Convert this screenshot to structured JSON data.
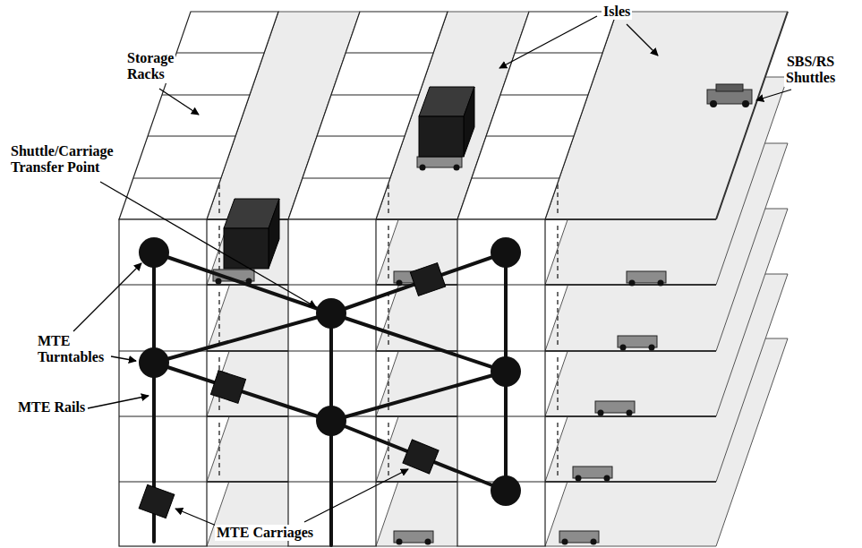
{
  "diagram": {
    "labels": [
      "Storage Racks",
      "Isles",
      "SBS/RS Shuttles",
      "Shuttle/Carriage Transfer Point",
      "MTE Turntables",
      "MTE Rails",
      "MTE Carriages"
    ]
  }
}
